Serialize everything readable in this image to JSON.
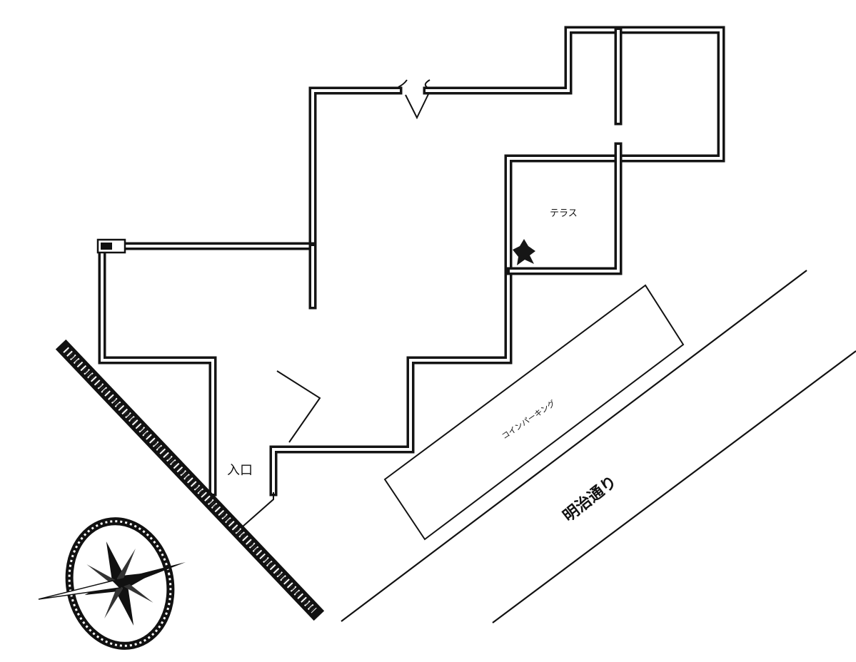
{
  "labels": {
    "entrance": "入口",
    "terrace": "テラス",
    "coin_parking": "コインパーキング",
    "street": "明治通り"
  },
  "colors": {
    "ink": "#111111",
    "paper": "#ffffff"
  }
}
